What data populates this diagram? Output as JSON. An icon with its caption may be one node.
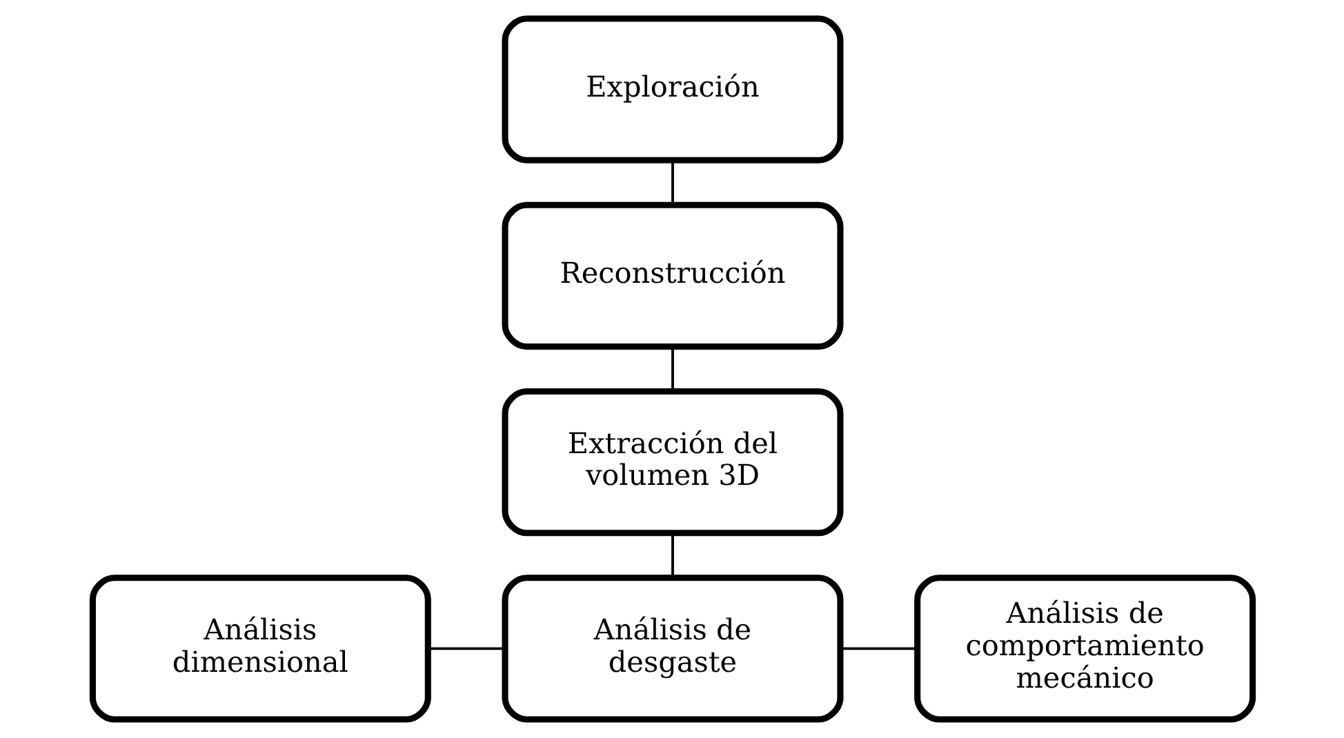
{
  "diagram": {
    "nodes": [
      {
        "text": [
          "Exploración"
        ]
      },
      {
        "text": [
          "Reconstrucción"
        ]
      },
      {
        "text": [
          "Extracción del volumen 3D"
        ]
      },
      {
        "text": [
          "Análisis dimensional"
        ]
      },
      {
        "text": [
          "Análisis de desgaste"
        ]
      },
      {
        "text": [
          "Análisis de comportamiento mecánico"
        ]
      }
    ],
    "edges": [
      {
        "from": 0,
        "to": 1,
        "arrow": "none"
      },
      {
        "from": 1,
        "to": 2,
        "arrow": "none"
      },
      {
        "from": 2,
        "to": 4,
        "arrow": "none"
      },
      {
        "from": 3,
        "to": 4,
        "arrow": "none"
      },
      {
        "from": 4,
        "to": 5,
        "arrow": "none"
      }
    ]
  }
}
